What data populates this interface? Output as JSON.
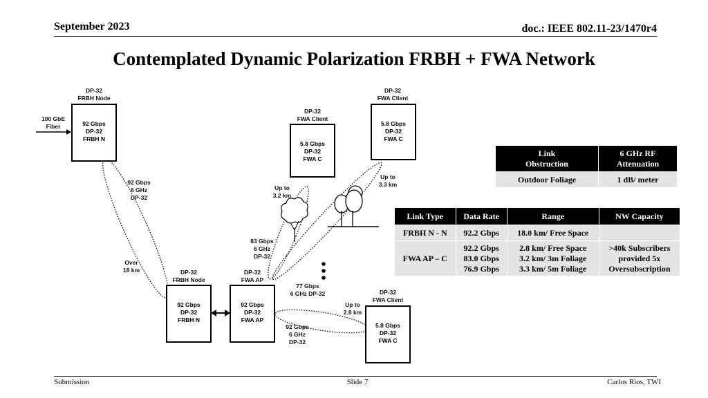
{
  "header": {
    "date": "September 2023",
    "doc": "doc.: IEEE 802.11-23/1470r4"
  },
  "title": "Contemplated Dynamic Polarization FRBH + FWA Network",
  "footer": {
    "left": "Submission",
    "center": "Slide 7",
    "right": "Carlos Rios, TWI"
  },
  "diagram": {
    "frbh_node_top": {
      "label1": "DP-32",
      "label2": "FRBH Node",
      "line1": "92 Gbps",
      "line2": "DP-32",
      "line3": "FRBH N"
    },
    "fiber_label": {
      "line1": "100 GbE",
      "line2": "Fiber"
    },
    "link_frbh": {
      "line1": "92 Gbps",
      "line2": "6 GHz",
      "line3": "DP-32"
    },
    "over_label": {
      "line1": "Over",
      "line2": "18 km"
    },
    "frbh_node_bottom": {
      "label1": "DP-32",
      "label2": "FRBH Node",
      "line1": "92 Gbps",
      "line2": "DP-32",
      "line3": "FRBH N"
    },
    "fwa_ap": {
      "label1": "DP-32",
      "label2": "FWA AP",
      "line1": "92 Gbps",
      "line2": "DP-32",
      "line3": "FWA AP"
    },
    "client_mid": {
      "label1": "DP-32",
      "label2": "FWA Client",
      "line1": "5.8 Gbps",
      "line2": "DP-32",
      "line3": "FWA C"
    },
    "client_top": {
      "label1": "DP-32",
      "label2": "FWA Client",
      "line1": "5.8 Gbps",
      "line2": "DP-32",
      "line3": "FWA C"
    },
    "client_bottom": {
      "label1": "DP-32",
      "label2": "FWA Client",
      "line1": "5.8 Gbps",
      "line2": "DP-32",
      "line3": "FWA C"
    },
    "upto_32": {
      "line1": "Up to",
      "line2": "3.2 km"
    },
    "upto_33": {
      "line1": "Up to",
      "line2": "3.3 km"
    },
    "upto_28": {
      "line1": "Up to",
      "line2": "2.8 km"
    },
    "link_83": {
      "line1": "83 Gbps",
      "line2": "6 GHz",
      "line3": "DP-32"
    },
    "link_77": {
      "line1": "77 Gbps",
      "line2": "6 GHz DP-32"
    },
    "link_92": {
      "line1": "92 Gbps",
      "line2": "6 GHz",
      "line3": "DP-32"
    }
  },
  "attenuation_table": {
    "headers": [
      [
        "Link",
        "Obstruction"
      ],
      [
        "6 GHz RF",
        "Attenuation"
      ]
    ],
    "row": [
      "Outdoor Foliage",
      "1 dB/ meter"
    ]
  },
  "link_table": {
    "headers": [
      "Link Type",
      "Data Rate",
      "Range",
      "NW Capacity"
    ],
    "row1": [
      "FRBH N - N",
      "92.2 Gbps",
      "18.0 km/ Free Space",
      ""
    ],
    "row2": {
      "type": "FWA AP – C",
      "rates": [
        "92.2 Gbps",
        "83.0 Gbps",
        "76.9 Gbps"
      ],
      "ranges": [
        "2.8 km/ Free Space",
        "3.2 km/ 3m Foliage",
        "3.3 km/ 5m Foliage"
      ],
      "capacity": [
        ">40k Subscribers",
        "provided 5x",
        "Oversubscription"
      ]
    }
  }
}
